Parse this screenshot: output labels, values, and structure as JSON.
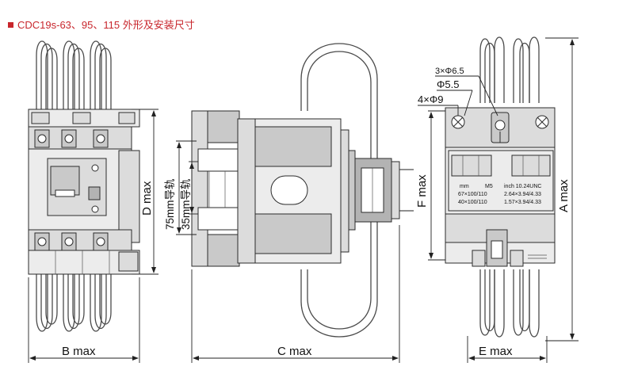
{
  "title": "CDC19s-63、95、115 外形及安装尺寸",
  "labels": {
    "b_max": "B max",
    "c_max": "C max",
    "d_max": "D max",
    "e_max": "E max",
    "f_max": "F max",
    "a_max": "A max",
    "rail_75": "75mm导轨",
    "rail_35": "35mm导轨",
    "hole_3x65": "3×Φ6.5",
    "hole_55": "Φ5.5",
    "hole_4x9": "4×Φ9"
  },
  "mount_table": {
    "head_mm": "mm",
    "head_m": "M5",
    "head_inch": "inch 10.24UNC",
    "row1_mm": "67×100/110",
    "row1_inch": "2.64×3.94/4.33",
    "row2_mm": "40×100/110",
    "row2_inch": "1.57×3.94/4.33"
  }
}
